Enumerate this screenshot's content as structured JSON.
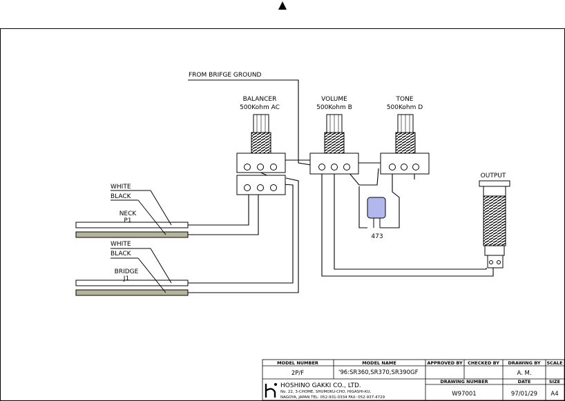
{
  "labels": {
    "bridge_ground": "FROM BRIFGE GROUND",
    "balancer_name": "BALANCER",
    "balancer_value": "500Kohm AC",
    "volume_name": "VOLUME",
    "volume_value": "500Kohm B",
    "tone_name": "TONE",
    "tone_value": "500Kohm D",
    "output": "OUTPUT",
    "capacitor": "473",
    "neck_white": "WHITE",
    "neck_black": "BLACK",
    "neck_name": "NECK",
    "neck_code": "P1",
    "bridge_white": "WHITE",
    "bridge_black": "BLACK",
    "bridge_name": "BRIDGE",
    "bridge_code": "J1"
  },
  "title_block": {
    "h_model_number": "MODEL NUMBER",
    "h_model_name": "MODEL NAME",
    "h_approved_by": "APPROVED BY",
    "h_checked_by": "CHECKED BY",
    "h_drawing_by": "DRAWING BY",
    "h_scale": "SCALE",
    "model_number": "2P/F",
    "model_name": "'96:SR360,SR370,SR390GF",
    "approved_by": "",
    "checked_by": "",
    "drawing_by": "A. M.",
    "scale": "",
    "company": "HOSHINO GAKKI CO., LTD.",
    "address_1": "No. 22, 3-CHOME, SHUMOKU-CHO, HIGASHI-KU,",
    "address_2": "NAGOYA, JAPAN     TEL: 052-931-0334  FAX: 052-937-4729",
    "h_drawing_number": "DRAWING NUMBER",
    "h_date": "DATE",
    "h_size": "SIZE",
    "drawing_number": "W97001",
    "date": "97/01/29",
    "size": "A4"
  },
  "colors": {
    "line": "#000000",
    "capacitor": "#b0b8ec",
    "black_lead": "#b5b39a",
    "white_lead": "#ffffff"
  }
}
